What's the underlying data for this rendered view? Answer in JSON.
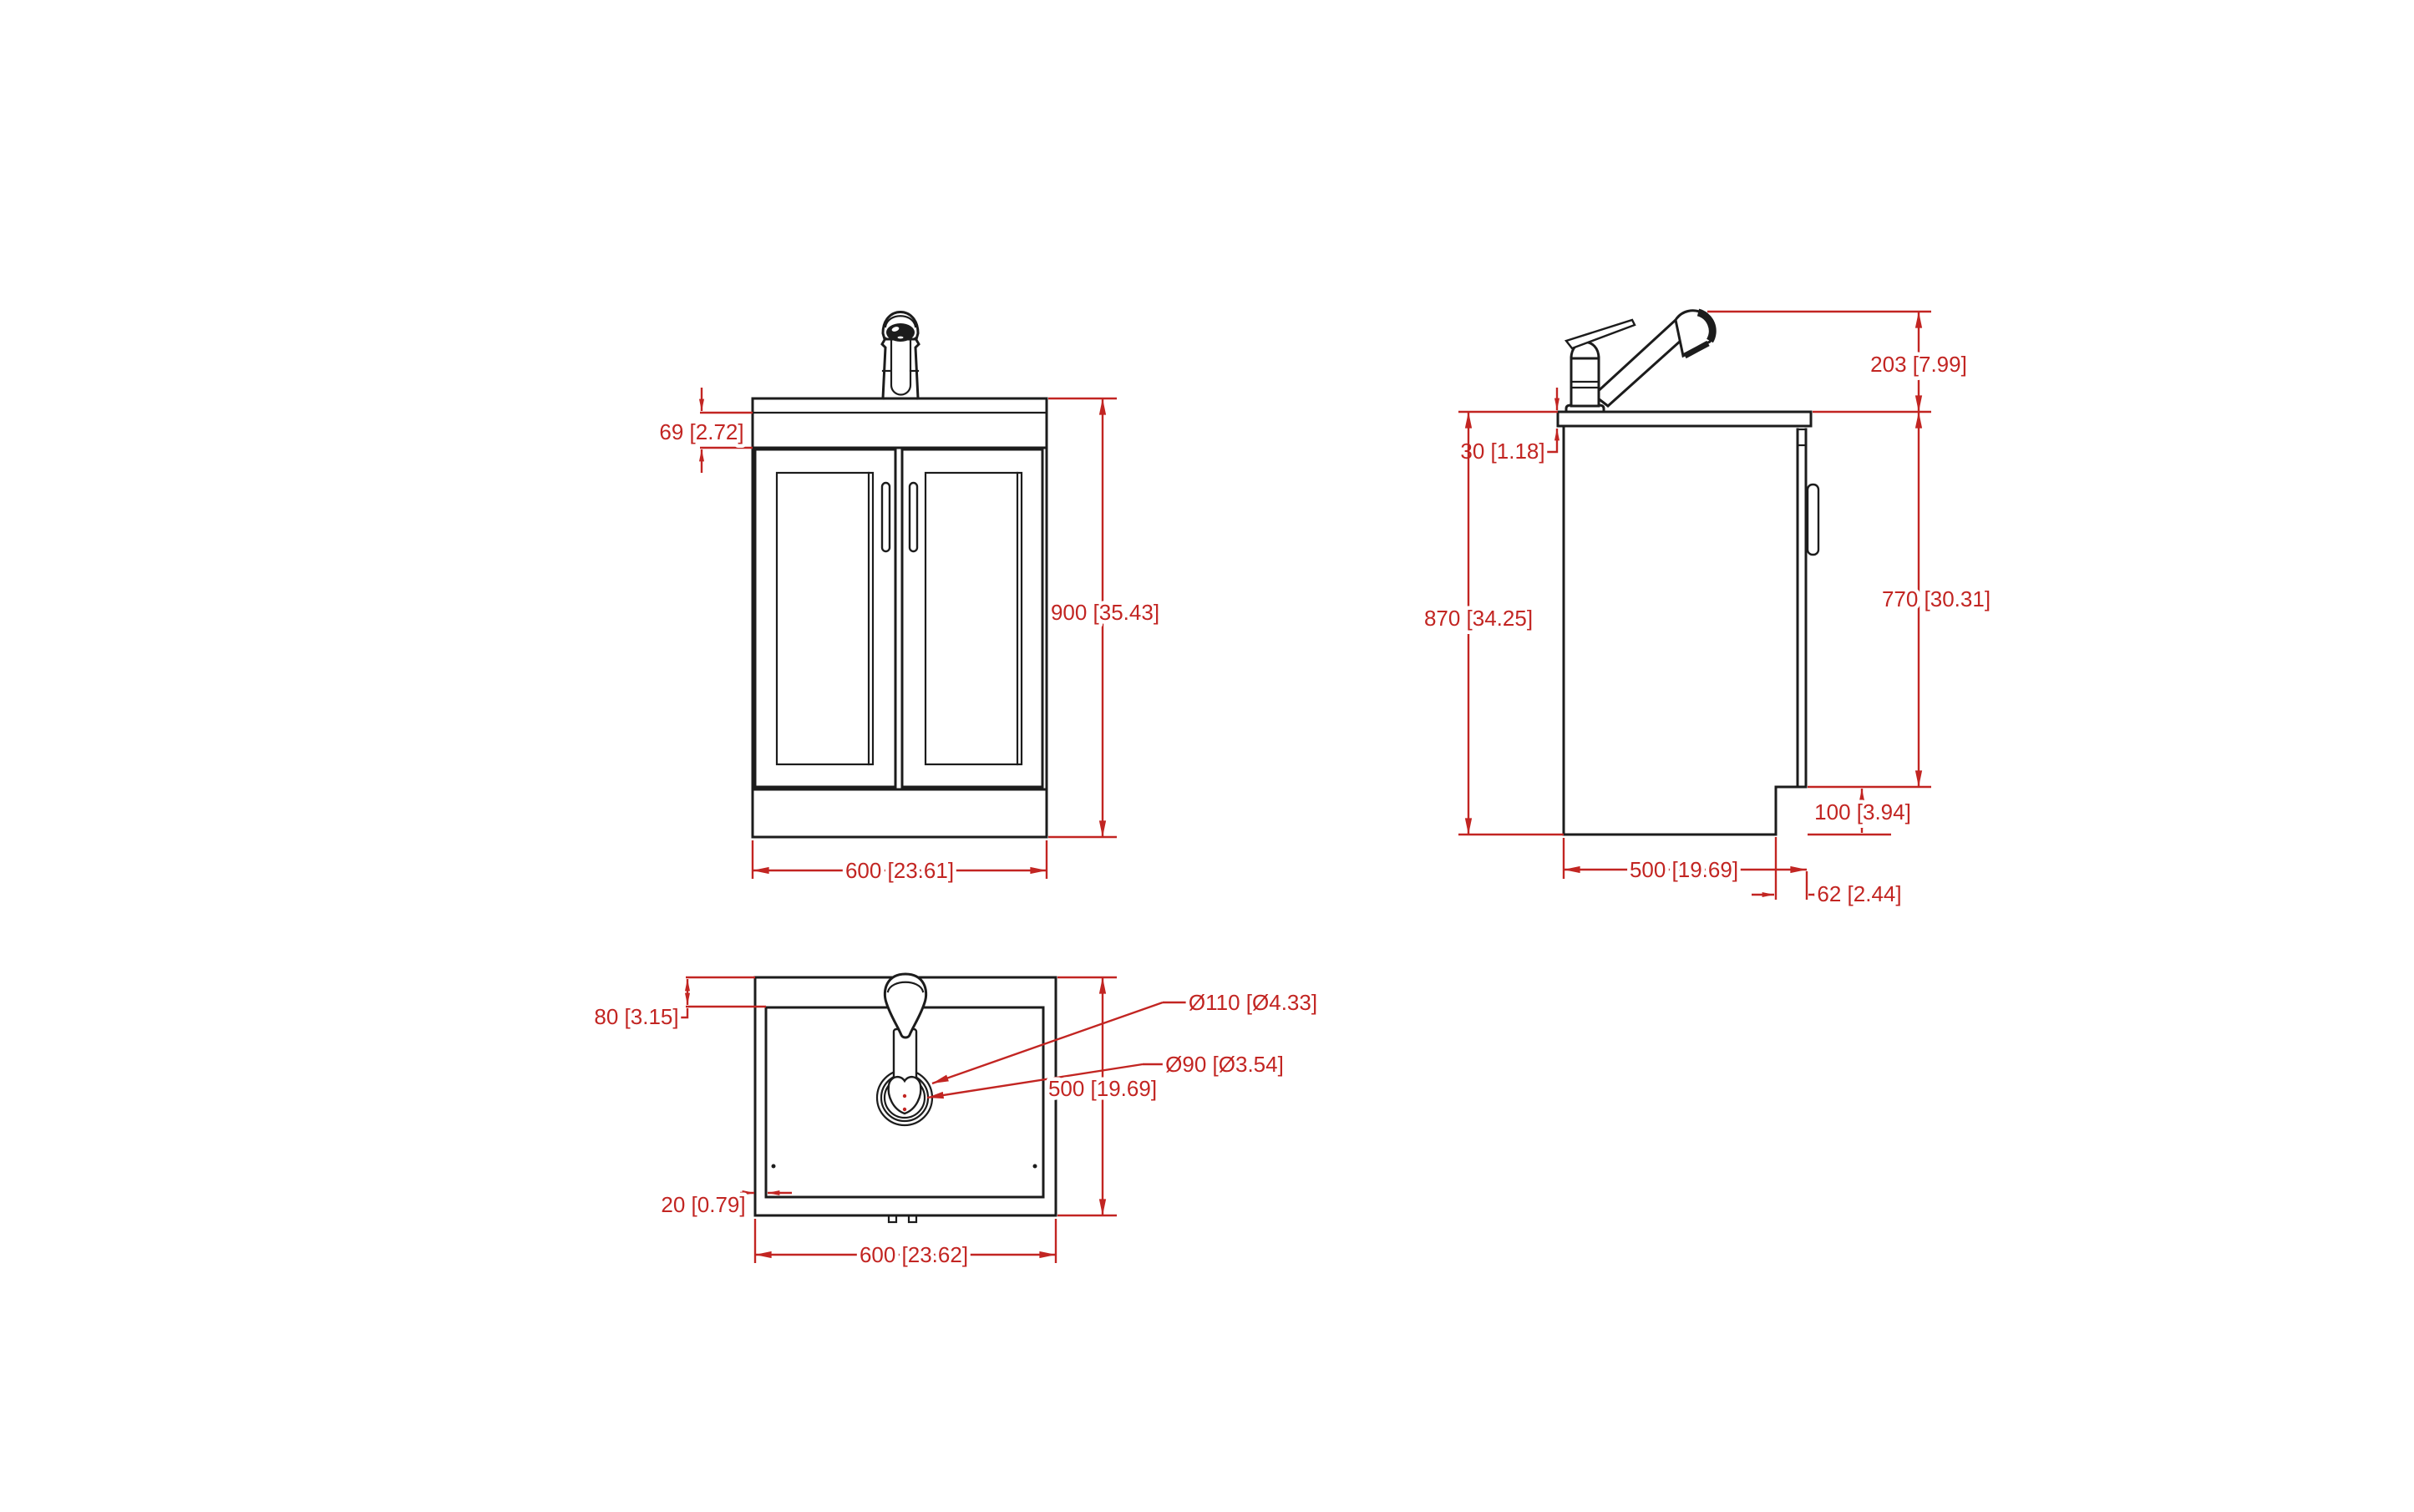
{
  "document": {
    "type_label": "vanity unit technical drawing",
    "background": "#ffffff",
    "line_color": "#1c1c1c",
    "dimension_color": "#c22522"
  },
  "views": {
    "front": {
      "name": "front elevation",
      "dimensions": {
        "top_section": "69 [2.72]",
        "height": "900 [35.43]",
        "width": "600 [23.61]"
      }
    },
    "side": {
      "name": "side elevation",
      "dimensions": {
        "tap_height": "203 [7.99]",
        "worktop_thickness": "30 [1.18]",
        "total_height": "870 [34.25]",
        "door_height": "770 [30.31]",
        "plinth_height": "100 [3.94]",
        "depth": "500 [19.69]",
        "toe_kick_depth": "62 [2.44]"
      }
    },
    "top": {
      "name": "plan view",
      "dimensions": {
        "back_ledge": "80 [3.15]",
        "tap_hole_outer": "Ø110 [Ø4.33]",
        "tap_hole_inner": "Ø90 [Ø3.54]",
        "depth": "500 [19.69]",
        "basin_rim": "20 [0.79]",
        "width": "600 [23.62]"
      }
    }
  }
}
